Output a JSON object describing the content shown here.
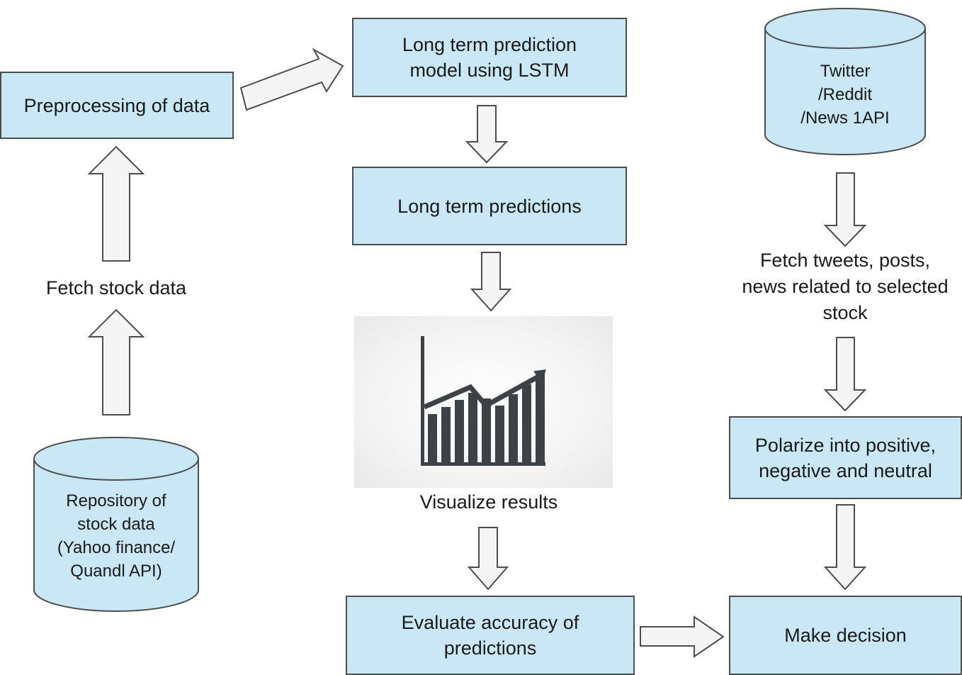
{
  "nodes": {
    "preprocessing": "Preprocessing of data",
    "lstm_model": "Long term prediction\nmodel using LSTM",
    "long_term_predictions": "Long term predictions",
    "evaluate": "Evaluate accuracy of\npredictions",
    "make_decision": "Make decision",
    "polarize": "Polarize into positive,\nnegative and neutral",
    "repository": "Repository of\nstock data\n(Yahoo finance/\nQuandl API)",
    "social_sources": "Twitter\n/Reddit\n/News 1API"
  },
  "labels": {
    "fetch_stock": "Fetch stock data",
    "visualize": "Visualize results",
    "fetch_tweets": "Fetch tweets, posts,\nnews related to selected\nstock"
  },
  "icon": "bar-chart-trend-icon",
  "colors": {
    "box_fill": "#c9e7f5",
    "outline": "#4d4d4d",
    "arrow_fill": "#f5f5f5",
    "chart_ink": "#3d4246"
  }
}
